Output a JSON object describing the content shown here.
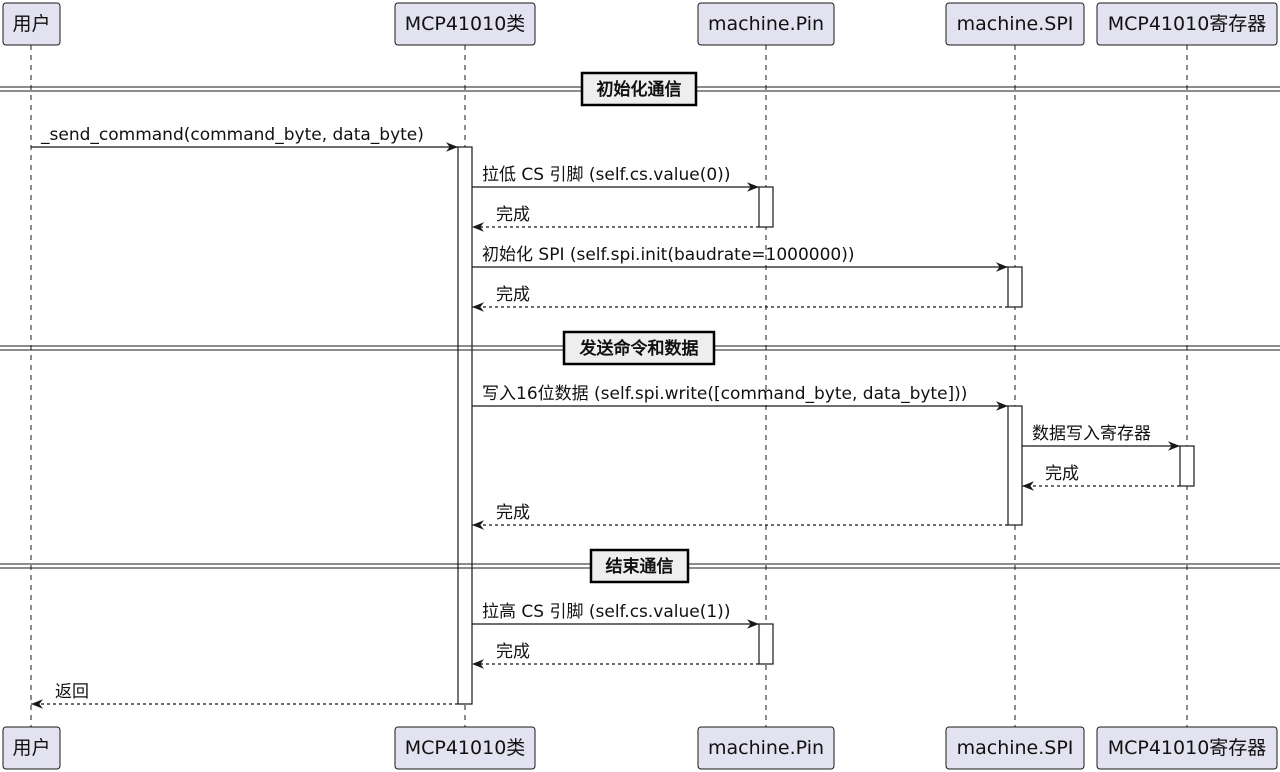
{
  "participants": [
    {
      "id": "user",
      "label": "用户"
    },
    {
      "id": "mcp",
      "label": "MCP41010类"
    },
    {
      "id": "pin",
      "label": "machine.Pin"
    },
    {
      "id": "spi",
      "label": "machine.SPI"
    },
    {
      "id": "reg",
      "label": "MCP41010寄存器"
    }
  ],
  "dividers": [
    {
      "label": "初始化通信"
    },
    {
      "label": "发送命令和数据"
    },
    {
      "label": "结束通信"
    }
  ],
  "messages": [
    {
      "from": "user",
      "to": "mcp",
      "label": "_send_command(command_byte, data_byte)",
      "style": "solid"
    },
    {
      "from": "mcp",
      "to": "pin",
      "label": "拉低 CS 引脚 (self.cs.value(0))",
      "style": "solid"
    },
    {
      "from": "pin",
      "to": "mcp",
      "label": "完成",
      "style": "dashed"
    },
    {
      "from": "mcp",
      "to": "spi",
      "label": "初始化 SPI (self.spi.init(baudrate=1000000))",
      "style": "solid"
    },
    {
      "from": "spi",
      "to": "mcp",
      "label": "完成",
      "style": "dashed"
    },
    {
      "from": "mcp",
      "to": "spi",
      "label": "写入16位数据 (self.spi.write([command_byte, data_byte]))",
      "style": "solid"
    },
    {
      "from": "spi",
      "to": "reg",
      "label": "数据写入寄存器",
      "style": "solid"
    },
    {
      "from": "reg",
      "to": "spi",
      "label": "完成",
      "style": "dashed"
    },
    {
      "from": "spi",
      "to": "mcp",
      "label": "完成",
      "style": "dashed"
    },
    {
      "from": "mcp",
      "to": "pin",
      "label": "拉高 CS 引脚 (self.cs.value(1))",
      "style": "solid"
    },
    {
      "from": "pin",
      "to": "mcp",
      "label": "完成",
      "style": "dashed"
    },
    {
      "from": "mcp",
      "to": "user",
      "label": "返回",
      "style": "dashed"
    }
  ]
}
